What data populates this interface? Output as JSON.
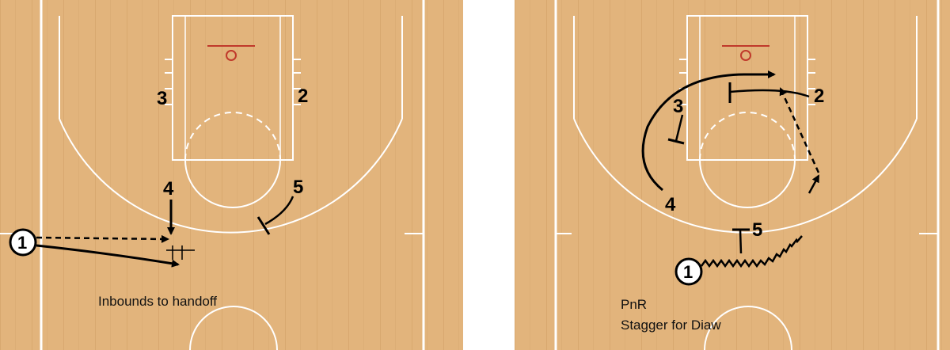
{
  "colors": {
    "court": "#e2b47c",
    "court_grain": "#d6a36a",
    "lines": "#ffffff",
    "rim": "#c0392b",
    "ink": "#000000"
  },
  "diagrams": [
    {
      "caption_lines": [
        "Inbounds to handoff"
      ],
      "players": {
        "p1": "1",
        "p2": "2",
        "p3": "3",
        "p4": "4",
        "p5": "5"
      }
    },
    {
      "caption_lines": [
        "PnR",
        "Stagger for Diaw"
      ],
      "players": {
        "p1": "1",
        "p2": "2",
        "p3": "3",
        "p4": "4",
        "p5": "5"
      }
    }
  ]
}
